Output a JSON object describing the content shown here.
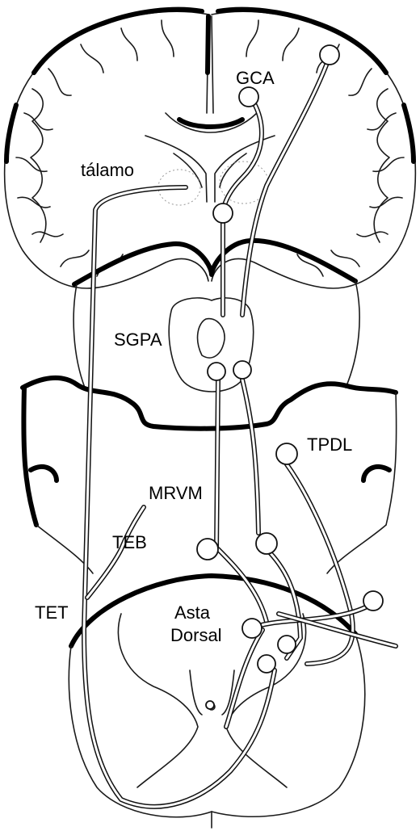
{
  "labels": {
    "gca": "GCA",
    "talamo": "tálamo",
    "sgpa": "SGPA",
    "tpdl": "TPDL",
    "mrvm": "MRVM",
    "teb": "TEB",
    "tet": "TET",
    "asta": "Asta",
    "dorsal": "Dorsal"
  }
}
